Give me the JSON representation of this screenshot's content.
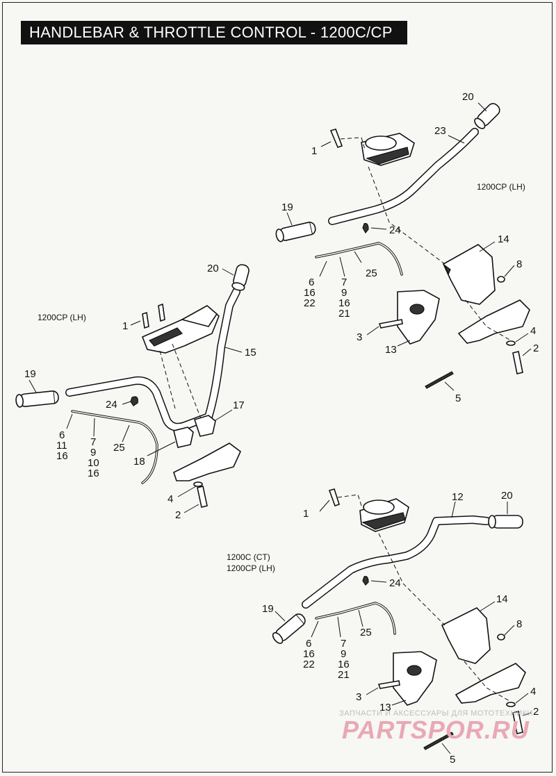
{
  "title": "HANDLEBAR & THROTTLE CONTROL - 1200C/CP",
  "captions": {
    "top_right": "1200CP (LH)",
    "left": "1200CP (LH)",
    "bottom_line1": "1200C (CT)",
    "bottom_line2": "1200CP (LH)"
  },
  "callouts": {
    "tr": {
      "n1": "1",
      "n20": "20",
      "n23": "23",
      "n19": "19",
      "n24": "24",
      "n25": "25",
      "g1": [
        "6",
        "16",
        "22"
      ],
      "g2": [
        "7",
        "9",
        "16",
        "21"
      ],
      "n14": "14",
      "n8": "8",
      "n3": "3",
      "n13": "13",
      "n4": "4",
      "n2": "2",
      "n5": "5"
    },
    "left": {
      "n20": "20",
      "n1": "1",
      "n15": "15",
      "n19": "19",
      "n24": "24",
      "n17": "17",
      "g1": [
        "6",
        "11",
        "16"
      ],
      "g2": [
        "7",
        "9",
        "10",
        "16"
      ],
      "n25": "25",
      "n18": "18",
      "n4": "4",
      "n2": "2"
    },
    "br": {
      "n1": "1",
      "n12": "12",
      "n20": "20",
      "n24": "24",
      "n19": "19",
      "g1": [
        "6",
        "16",
        "22"
      ],
      "g2": [
        "7",
        "9",
        "16",
        "21"
      ],
      "n25": "25",
      "n14": "14",
      "n8": "8",
      "n3": "3",
      "n13": "13",
      "n4": "4",
      "n2": "2",
      "n5": "5"
    }
  },
  "watermark": {
    "line1": "ЗАПЧАСТИ И АКСЕССУАРЫ ДЛЯ МОТОТЕХНИКИ",
    "line2": "PARTSPOR.RU"
  }
}
